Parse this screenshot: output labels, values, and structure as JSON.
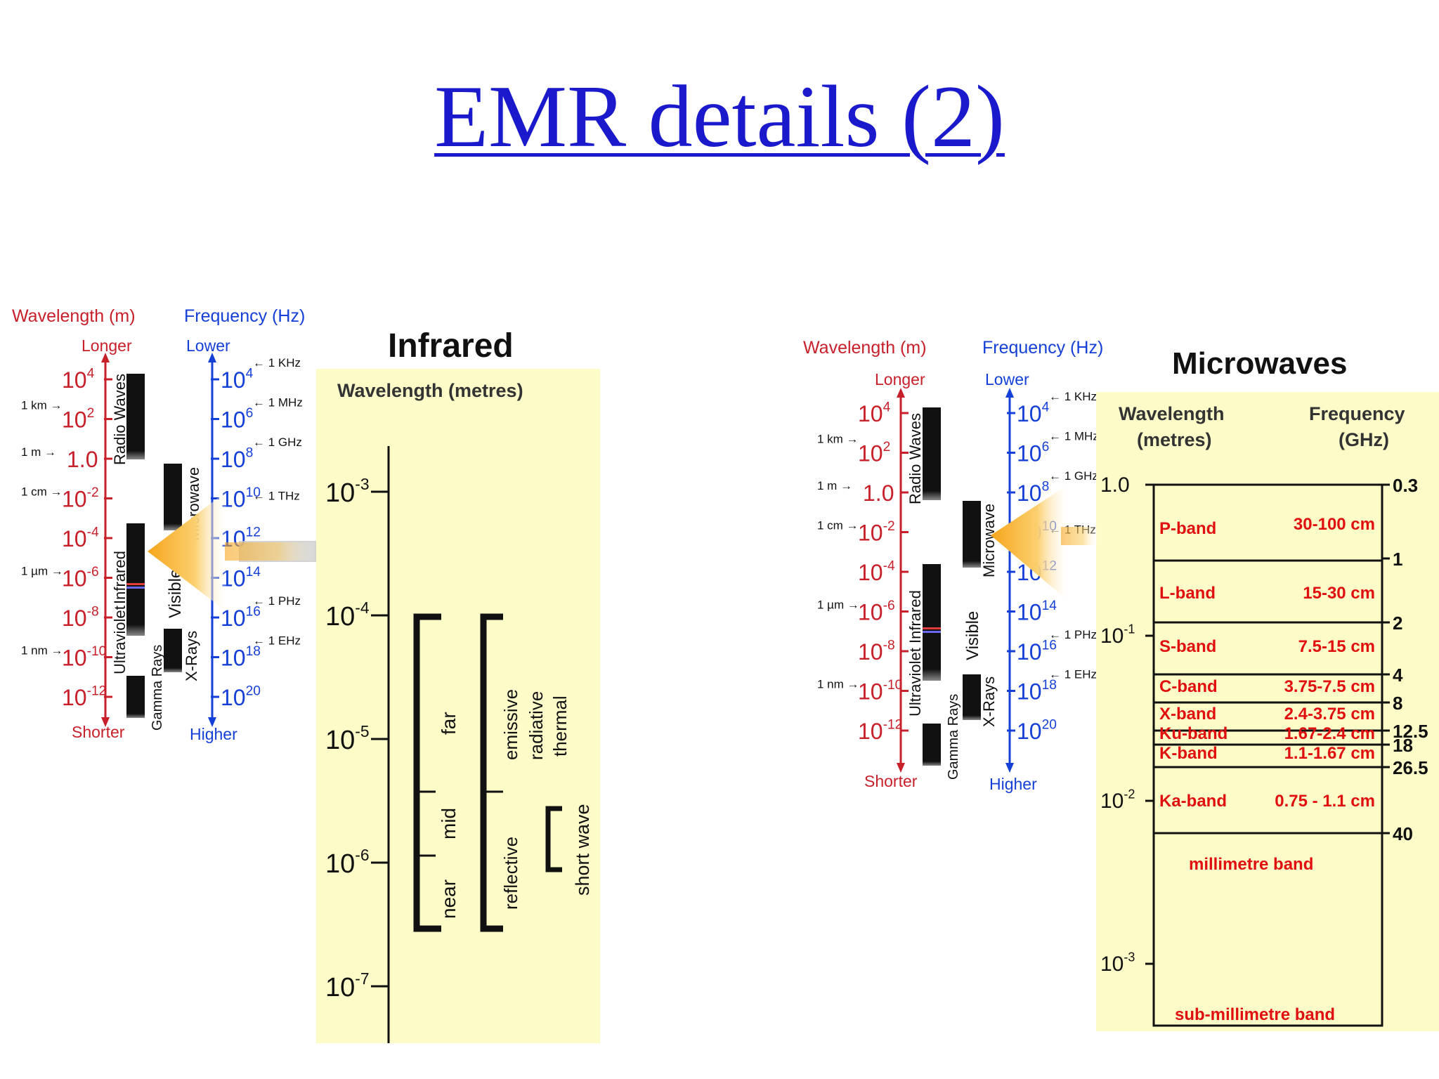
{
  "title": "EMR details (2)",
  "colors": {
    "title": "#1a1acc",
    "wavelength": "#c8202a",
    "frequency": "#1540d8",
    "panel": "#fdfbc8",
    "arrow": "#f6b032",
    "band_label": "#e01010"
  },
  "spectrum": {
    "wavelength_header": "Wavelength (m)",
    "frequency_header": "Frequency (Hz)",
    "longer": "Longer",
    "shorter": "Shorter",
    "lower": "Lower",
    "higher": "Higher",
    "wl_ticks": [
      {
        "base": "10",
        "exp": "4"
      },
      {
        "base": "10",
        "exp": "2"
      },
      {
        "base": "1.0",
        "exp": ""
      },
      {
        "base": "10",
        "exp": "-2"
      },
      {
        "base": "10",
        "exp": "-4"
      },
      {
        "base": "10",
        "exp": "-6"
      },
      {
        "base": "10",
        "exp": "-8"
      },
      {
        "base": "10",
        "exp": "-10"
      },
      {
        "base": "10",
        "exp": "-12"
      }
    ],
    "wl_markers": [
      "1 km",
      "1 m",
      "1 cm",
      "1 µm",
      "1 nm"
    ],
    "freq_ticks": [
      {
        "base": "10",
        "exp": "4"
      },
      {
        "base": "10",
        "exp": "6"
      },
      {
        "base": "10",
        "exp": "8"
      },
      {
        "base": "10",
        "exp": "10"
      },
      {
        "base": "10",
        "exp": "12"
      },
      {
        "base": "10",
        "exp": "14"
      },
      {
        "base": "10",
        "exp": "16"
      },
      {
        "base": "10",
        "exp": "18"
      },
      {
        "base": "10",
        "exp": "20"
      }
    ],
    "freq_markers": [
      "1 KHz",
      "1 MHz",
      "1 GHz",
      "1 THz",
      "1 PHz",
      "1 EHz"
    ],
    "regions": [
      "Radio Waves",
      "Microwave",
      "Infrared",
      "Visible",
      "Ultraviolet",
      "X-Rays",
      "Gamma Rays"
    ]
  },
  "infrared": {
    "heading": "Infrared",
    "axis_title": "Wavelength (metres)",
    "ticks": [
      {
        "base": "10",
        "exp": "-3"
      },
      {
        "base": "10",
        "exp": "-4"
      },
      {
        "base": "10",
        "exp": "-5"
      },
      {
        "base": "10",
        "exp": "-6"
      },
      {
        "base": "10",
        "exp": "-7"
      }
    ],
    "segments": [
      "far",
      "mid",
      "near"
    ],
    "groups": [
      "emissive",
      "radiative",
      "thermal",
      "reflective",
      "short wave"
    ]
  },
  "microwaves": {
    "heading": "Microwaves",
    "wl_title": "Wavelength (metres)",
    "freq_title": "Frequency (GHz)",
    "wl_ticks": [
      "1.0",
      "10",
      "10",
      "10"
    ],
    "wl_exps": [
      "",
      "-1",
      "-2",
      "-3"
    ],
    "freq_ticks": [
      "0.3",
      "1",
      "2",
      "4",
      "8",
      "12.5",
      "18",
      "26.5",
      "40"
    ],
    "bands": [
      {
        "name": "P-band",
        "range": "30-100 cm"
      },
      {
        "name": "L-band",
        "range": "15-30 cm"
      },
      {
        "name": "S-band",
        "range": "7.5-15 cm"
      },
      {
        "name": "C-band",
        "range": "3.75-7.5 cm"
      },
      {
        "name": "X-band",
        "range": "2.4-3.75 cm"
      },
      {
        "name": "Ku-band",
        "range": "1.67-2.4 cm"
      },
      {
        "name": "K-band",
        "range": "1.1-1.67 cm"
      },
      {
        "name": "Ka-band",
        "range": "0.75 - 1.1 cm"
      }
    ],
    "mm_band": "millimetre band",
    "submm_band": "sub-millimetre band"
  }
}
